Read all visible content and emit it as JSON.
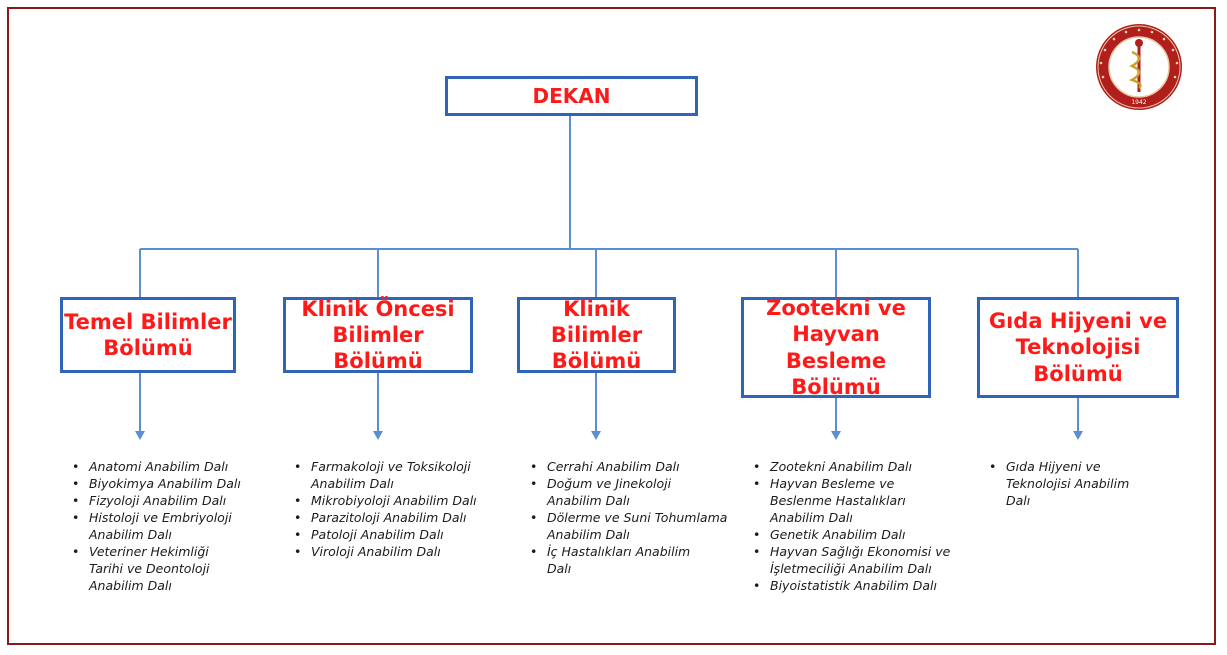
{
  "colors": {
    "frame": "#8b1a1a",
    "box_border": "#2f64b8",
    "connector": "#5b8fd0",
    "title_text": "#ff1a1a",
    "seal_red": "#b01e1e"
  },
  "dekan": {
    "label": "DEKAN"
  },
  "departments": [
    {
      "title": "Temel Bilimler\nBölümü",
      "units": [
        "Anatomi Anabilim Dalı",
        "Biyokimya Anabilim Dalı",
        "Fizyoloji Anabilim Dalı",
        "Histoloji ve Embriyoloji Anabilim Dalı",
        "Veteriner Hekimliği Tarihi ve Deontoloji Anabilim Dalı"
      ]
    },
    {
      "title": "Klinik Öncesi\nBilimler Bölümü",
      "units": [
        "Farmakoloji ve Toksikoloji Anabilim Dalı",
        "Mikrobiyoloji Anabilim Dalı",
        "Parazitoloji Anabilim Dalı",
        "Patoloji Anabilim Dalı",
        "Viroloji Anabilim Dalı"
      ]
    },
    {
      "title": "Klinik Bilimler\nBölümü",
      "units": [
        "Cerrahi Anabilim Dalı",
        "Doğum ve Jinekoloji Anabilim Dalı",
        "Dölerme ve Suni Tohumlama Anabilim Dalı",
        "İç Hastalıkları  Anabilim Dalı"
      ]
    },
    {
      "title": "Zootekni ve\nHayvan Besleme\nBölümü",
      "units": [
        "Zootekni Anabilim Dalı",
        "Hayvan Besleme ve Beslenme Hastalıkları Anabilim Dalı",
        "Genetik Anabilim Dalı",
        "Hayvan Sağlığı Ekonomisi ve İşletmeciliği Anabilim Dalı",
        "Biyoistatistik Anabilim Dalı"
      ]
    },
    {
      "title": "Gıda Hijyeni ve\nTeknolojisi\nBölümü",
      "units": [
        "Gıda Hijyeni ve Teknolojisi Anabilim Dalı"
      ]
    }
  ],
  "seal": {
    "icon": "university-seal-icon",
    "year": "1942"
  }
}
